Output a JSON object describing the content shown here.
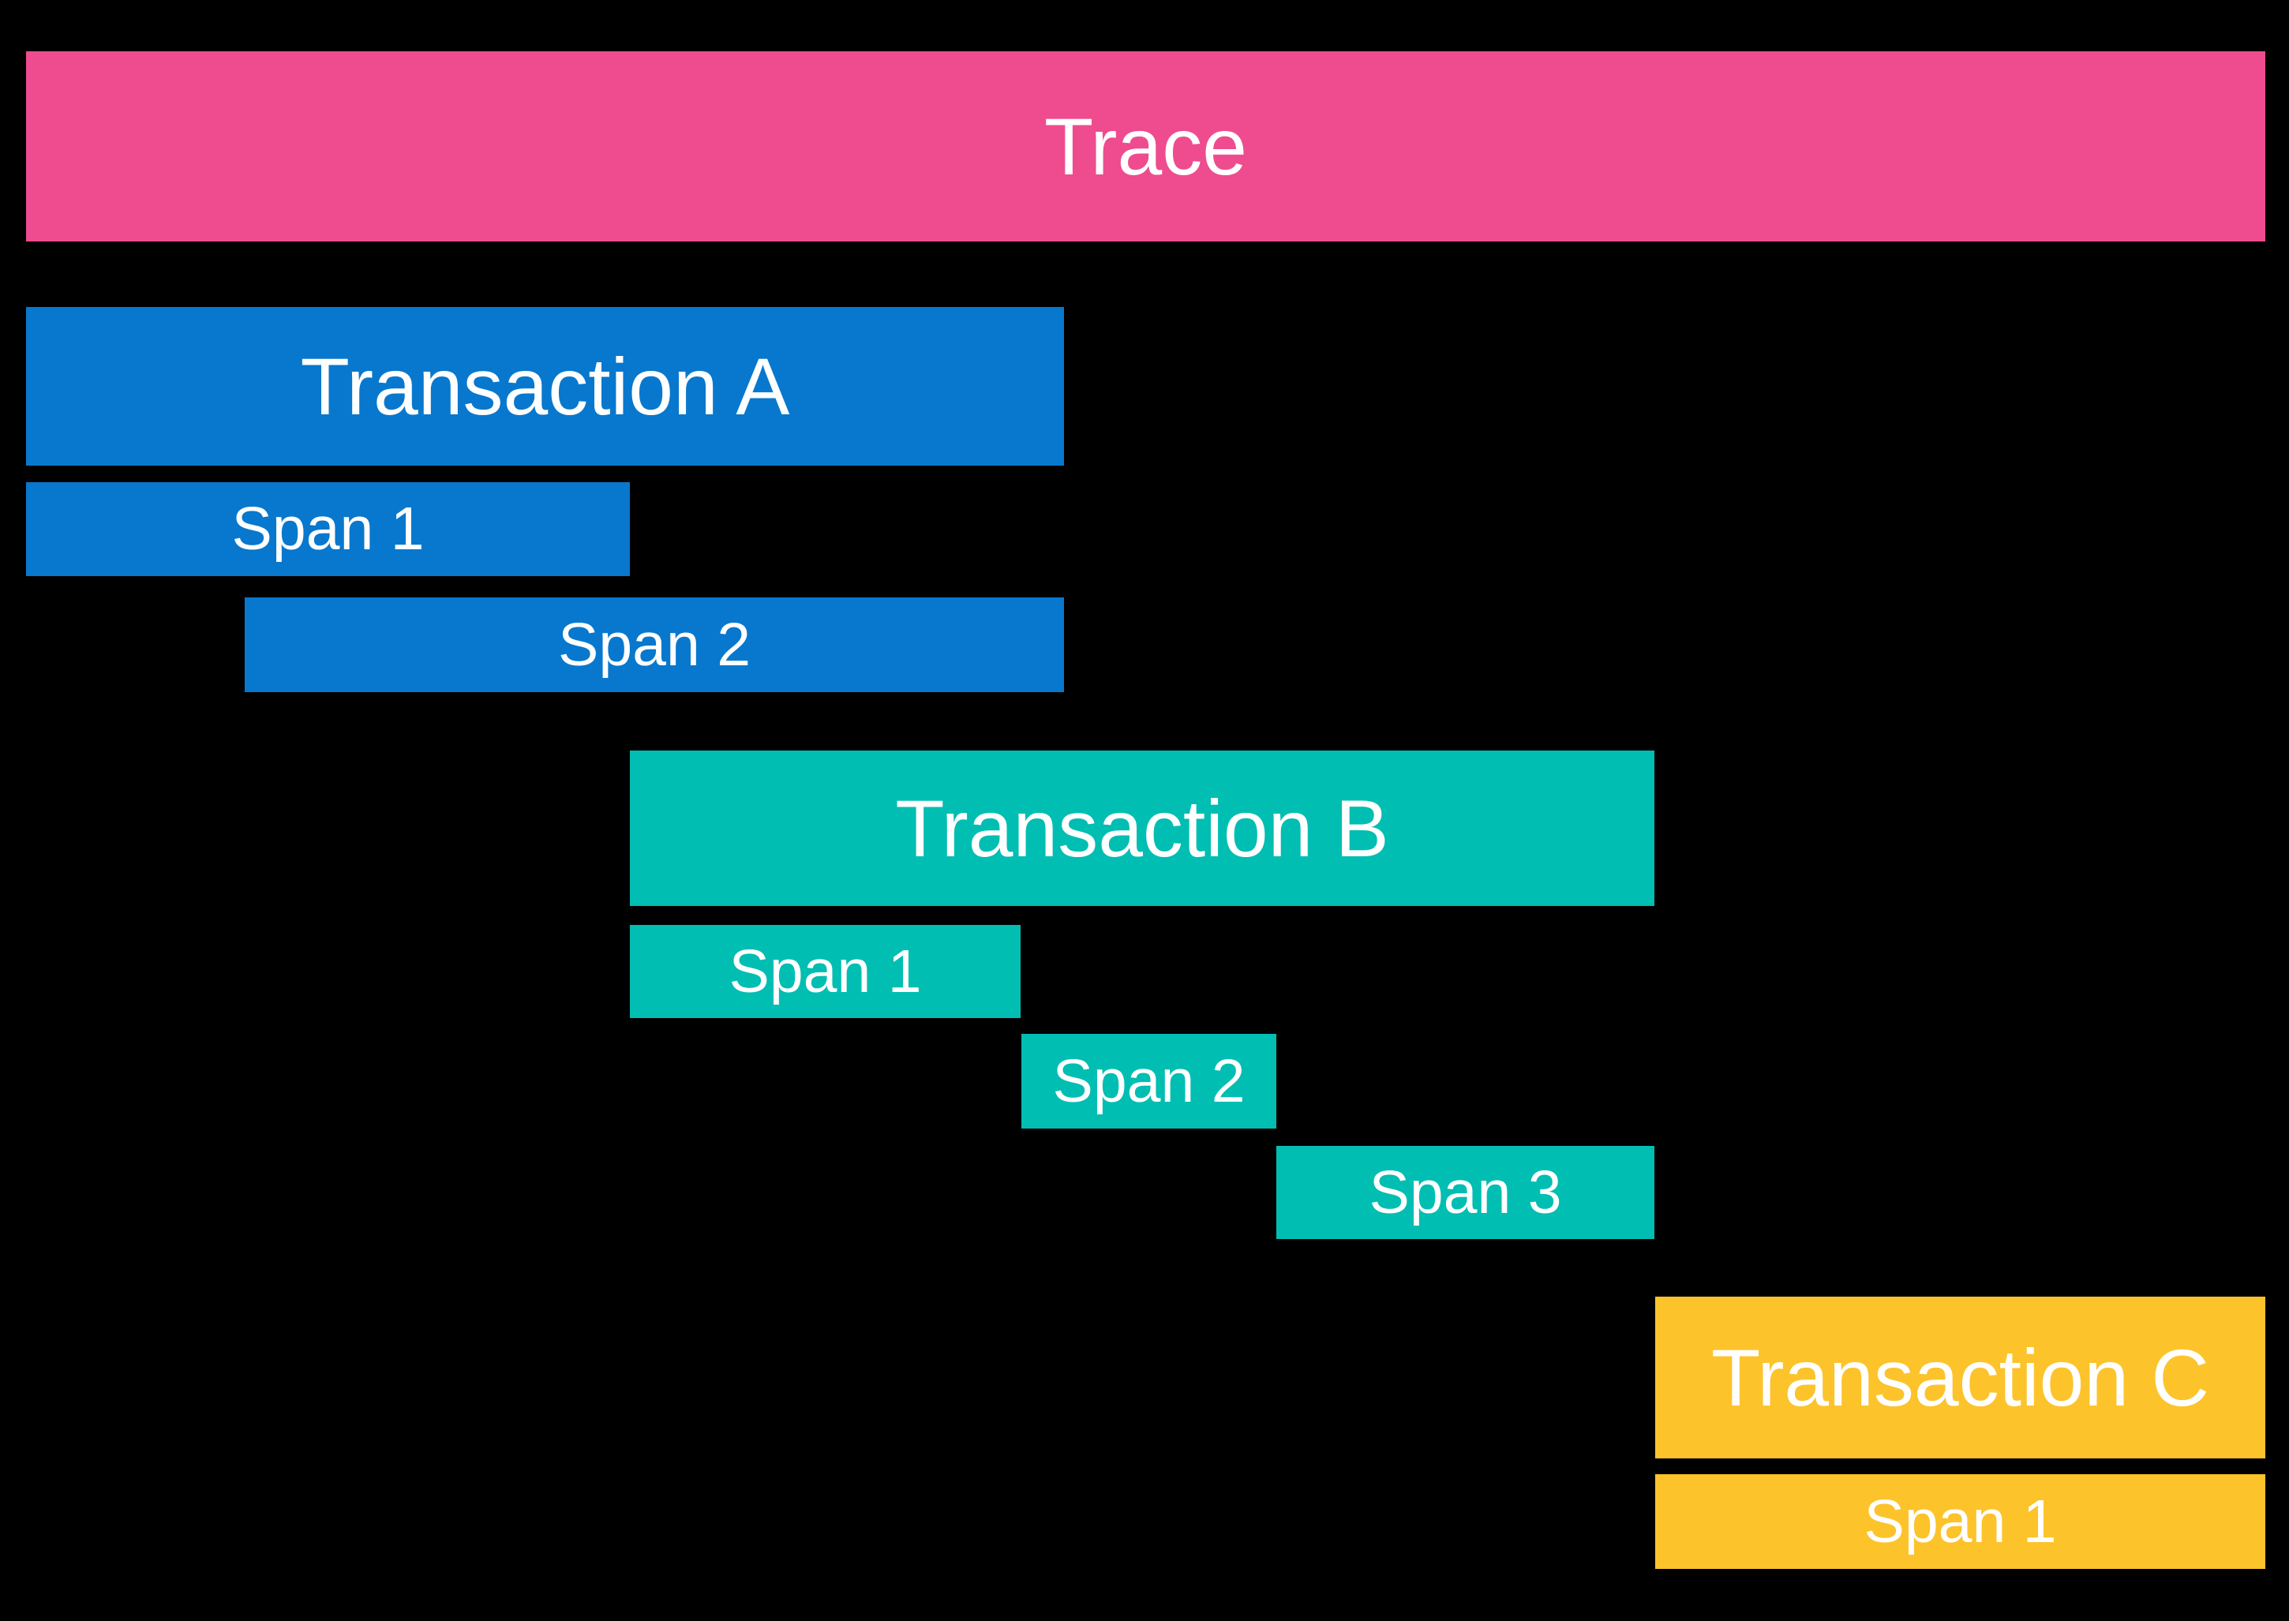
{
  "canvas": {
    "background_color": "#000000",
    "label_text_color": "#FFFFFF"
  },
  "trace": {
    "label": "Trace",
    "color": "#EE4C8F"
  },
  "transactions": [
    {
      "label": "Transaction A",
      "color": "#0778CE",
      "spans": [
        {
          "label": "Span 1"
        },
        {
          "label": "Span 2"
        }
      ]
    },
    {
      "label": "Transaction B",
      "color": "#00BEB2",
      "spans": [
        {
          "label": "Span 1"
        },
        {
          "label": "Span 2"
        },
        {
          "label": "Span 3"
        }
      ]
    },
    {
      "label": "Transaction C",
      "color": "#FCC32B",
      "spans": [
        {
          "label": "Span 1"
        }
      ]
    }
  ]
}
